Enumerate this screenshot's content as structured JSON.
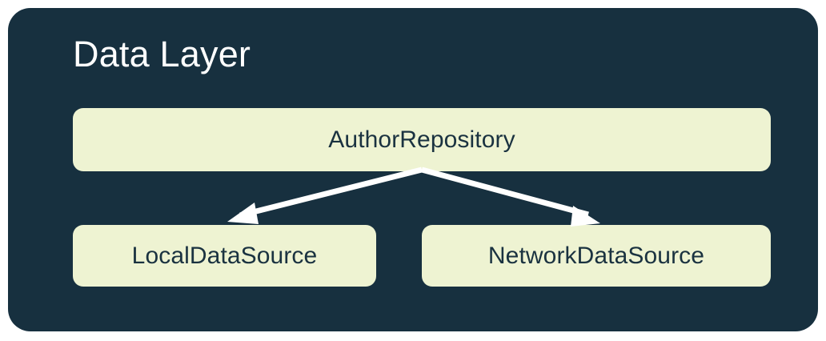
{
  "diagram": {
    "type": "architecture-layer-diagram",
    "title": "Data Layer",
    "panel_color": "#17303F",
    "node_color": "#EEF3D2",
    "node_text_color": "#1A3240",
    "title_color": "#FFFFFF",
    "arrow_color": "#FFFFFF",
    "page_background": "#FFFFFF",
    "nodes": [
      {
        "id": "author-repository",
        "label": "AuthorRepository",
        "role": "repository"
      },
      {
        "id": "local-data-source",
        "label": "LocalDataSource",
        "role": "data-source"
      },
      {
        "id": "network-data-source",
        "label": "NetworkDataSource",
        "role": "data-source"
      }
    ],
    "edges": [
      {
        "from": "author-repository",
        "to": "local-data-source",
        "style": "solid-arrow"
      },
      {
        "from": "author-repository",
        "to": "network-data-source",
        "style": "solid-arrow"
      }
    ]
  }
}
